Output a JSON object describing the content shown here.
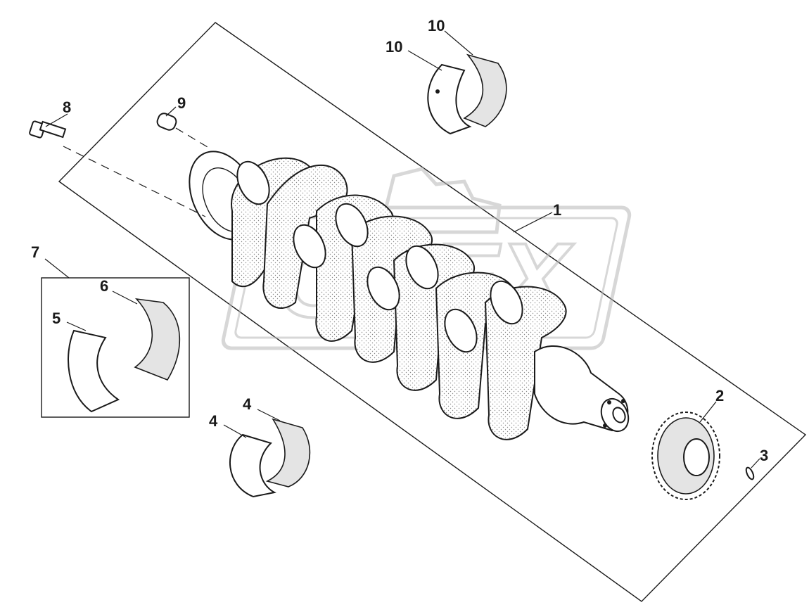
{
  "watermark": {
    "text": "OPEX"
  },
  "callouts": {
    "crankshaft": "1",
    "gear": "2",
    "key": "3",
    "bearing_a": "4",
    "bearing_b": "4",
    "thrust_lower": "5",
    "thrust_upper": "6",
    "thrust_set": "7",
    "bolt": "8",
    "pin": "9",
    "main_upper": "10",
    "main_lower": "10"
  },
  "colors": {
    "line": "#1a1a1a",
    "shade": "#e4e4e4",
    "watermark": "#b8b8b8"
  }
}
